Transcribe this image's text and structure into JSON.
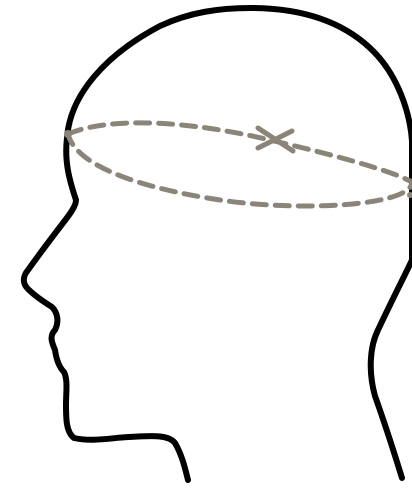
{
  "figure": {
    "subject": "head-circumference-measurement",
    "colors": {
      "background": "#ffffff",
      "outline": "#000000",
      "measure_line": "#8b8478"
    },
    "elements": {
      "head_outline": "head-profile-outline",
      "measurement_loop": "head-circumference-dashed-loop",
      "crossing_marker": "tape-crossing-x-marker",
      "left_tip": "tape-left-tip",
      "right_tip": "tape-right-tip"
    }
  }
}
